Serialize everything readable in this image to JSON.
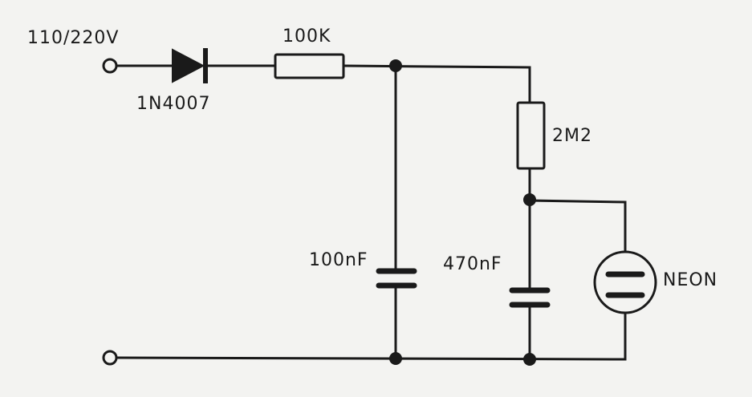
{
  "labels": {
    "supply": "110/220V",
    "diode": "1N4007",
    "resistor_series": "100K",
    "resistor_timing": "2M2",
    "capacitor_filter": "100nF",
    "capacitor_timing": "470nF",
    "lamp": "NEON"
  },
  "colors": {
    "ink": "#1a1a1a",
    "paper": "#f3f3f1"
  }
}
